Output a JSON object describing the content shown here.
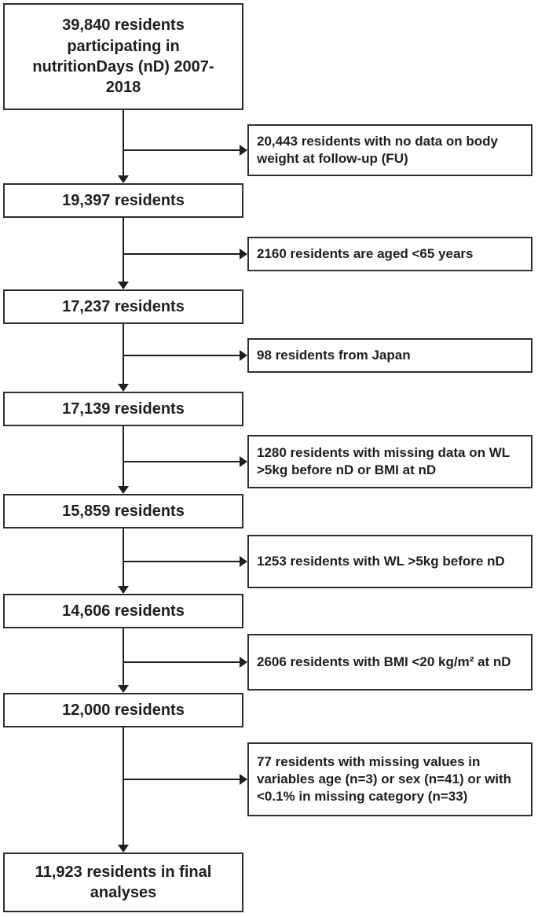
{
  "flowchart": {
    "main_boxes": [
      {
        "text": "39,840 residents participating in nutritionDays (nD) 2007-2018"
      },
      {
        "text": "19,397 residents"
      },
      {
        "text": "17,237 residents"
      },
      {
        "text": "17,139 residents"
      },
      {
        "text": "15,859 residents"
      },
      {
        "text": "14,606 residents"
      },
      {
        "text": "12,000 residents"
      },
      {
        "text": "11,923 residents in final analyses"
      }
    ],
    "exclusion_boxes": [
      {
        "text": "20,443 residents with no data on body weight at follow-up (FU)"
      },
      {
        "text": "2160 residents are aged <65 years"
      },
      {
        "text": "98 residents from Japan"
      },
      {
        "text": "1280 residents with missing data on WL >5kg before nD or BMI at nD"
      },
      {
        "text": "1253 residents with WL >5kg before nD"
      },
      {
        "text": "2606 residents with BMI <20 kg/m² at nD"
      },
      {
        "text": "77 residents with missing values in variables age (n=3) or sex (n=41) or with <0.1% in missing category (n=33)"
      }
    ],
    "colors": {
      "border": "#2e2e2e",
      "text": "#1e1e1e",
      "background": "#ffffff"
    }
  }
}
